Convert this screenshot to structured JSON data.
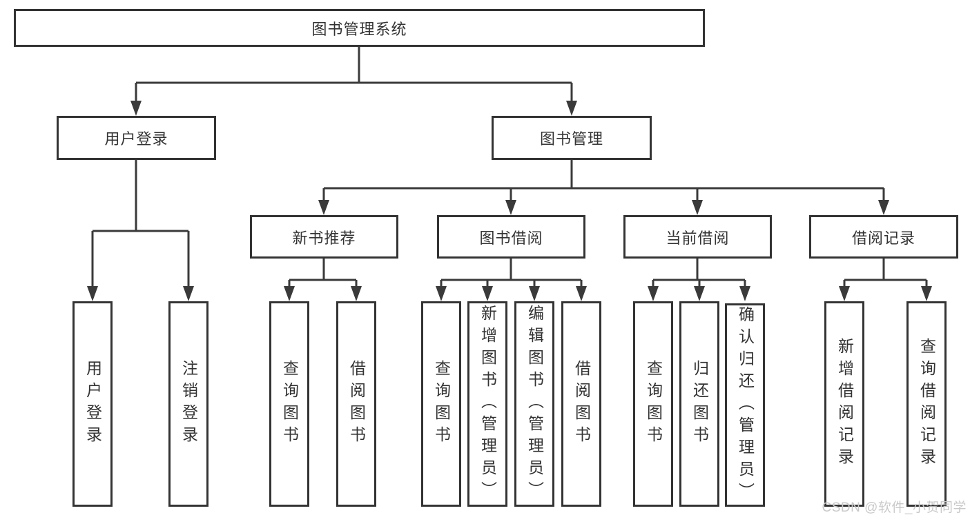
{
  "diagram": {
    "type": "hierarchy-tree",
    "tree": {
      "label": "图书管理系统",
      "children": [
        {
          "label": "用户登录",
          "children": [
            {
              "label": "用户登录"
            },
            {
              "label": "注销登录"
            }
          ]
        },
        {
          "label": "图书管理",
          "children": [
            {
              "label": "新书推荐",
              "children": [
                {
                  "label": "查询图书"
                },
                {
                  "label": "借阅图书"
                }
              ]
            },
            {
              "label": "图书借阅",
              "children": [
                {
                  "label": "查询图书"
                },
                {
                  "label": "新增图书（管理员）"
                },
                {
                  "label": "编辑图书（管理员）"
                },
                {
                  "label": "借阅图书"
                }
              ]
            },
            {
              "label": "当前借阅",
              "children": [
                {
                  "label": "查询图书"
                },
                {
                  "label": "归还图书"
                },
                {
                  "label": "确认归还（管理员）"
                }
              ]
            },
            {
              "label": "借阅记录",
              "children": [
                {
                  "label": "新增借阅记录"
                },
                {
                  "label": "查询借阅记录"
                }
              ]
            }
          ]
        }
      ]
    },
    "colors": {
      "line": "#3a3a3a",
      "box_border": "#333333",
      "text": "#333333",
      "background": "#ffffff",
      "watermark": "#c9c9c9"
    }
  },
  "watermark": {
    "text": "CSDN @软件_小贺同学"
  }
}
